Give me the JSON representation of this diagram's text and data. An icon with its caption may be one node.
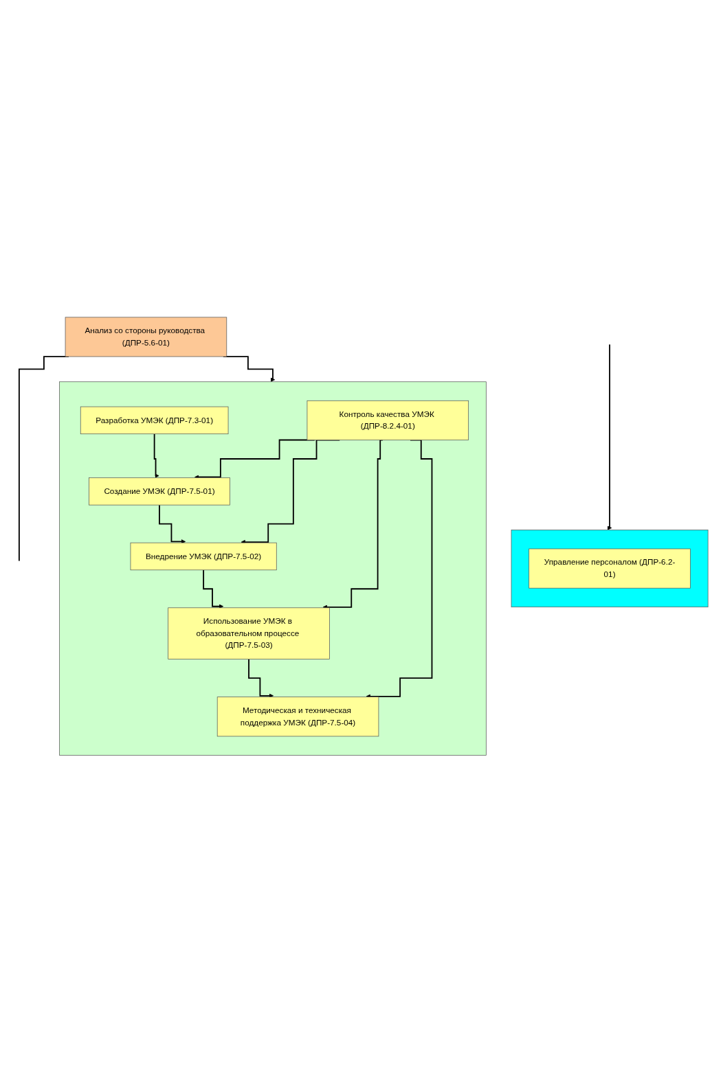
{
  "diagram": {
    "nodes": [
      {
        "text": [
          "Анализ со стороны руководства (ДПР-5.6-01)"
        ]
      },
      {
        "text": [],
        "shape": "box"
      },
      {
        "text": [
          "Разработка УМЭК (ДПР-7.3-01)"
        ],
        "in": 1
      },
      {
        "text": [
          "Создание УМЭК (ДПР-7.5-01)"
        ],
        "in": 1
      },
      {
        "text": [
          "Внедрение УМЭК (ДПР-7.5-02)"
        ],
        "in": 1
      },
      {
        "text": [
          "Использование УМЭК в образовательном процессе (ДПР-7.5-03)"
        ],
        "in": 1
      },
      {
        "text": [
          "Методическая и техническая поддержка УМЭК (ДПР-7.5-04)"
        ],
        "in": 1
      },
      {
        "text": [
          "Контроль качества УМЭК (ДПР-8.2.4-01)"
        ],
        "in": 1
      },
      {
        "text": [],
        "shape": "box"
      },
      {
        "text": [
          "Управление персоналом (ДПР-6.2-01)"
        ],
        "in": 8
      }
    ],
    "edges": [
      {
        "from": 0,
        "to": 1,
        "arrow": "to"
      },
      {
        "from": 2,
        "to": 3,
        "arrow": "to"
      },
      {
        "from": 3,
        "to": 4,
        "arrow": "to"
      },
      {
        "from": 4,
        "to": 5,
        "arrow": "to"
      },
      {
        "from": 5,
        "to": 6,
        "arrow": "to"
      },
      {
        "from": 7,
        "to": 3,
        "arrow": "to"
      },
      {
        "from": 7,
        "to": 4,
        "arrow": "to"
      },
      {
        "from": 7,
        "to": 5,
        "arrow": "to"
      },
      {
        "from": 7,
        "to": 6,
        "arrow": "to"
      },
      {
        "from": 0,
        "to": null,
        "arrow": "none"
      },
      {
        "from": null,
        "to": 8,
        "arrow": "to"
      }
    ]
  }
}
